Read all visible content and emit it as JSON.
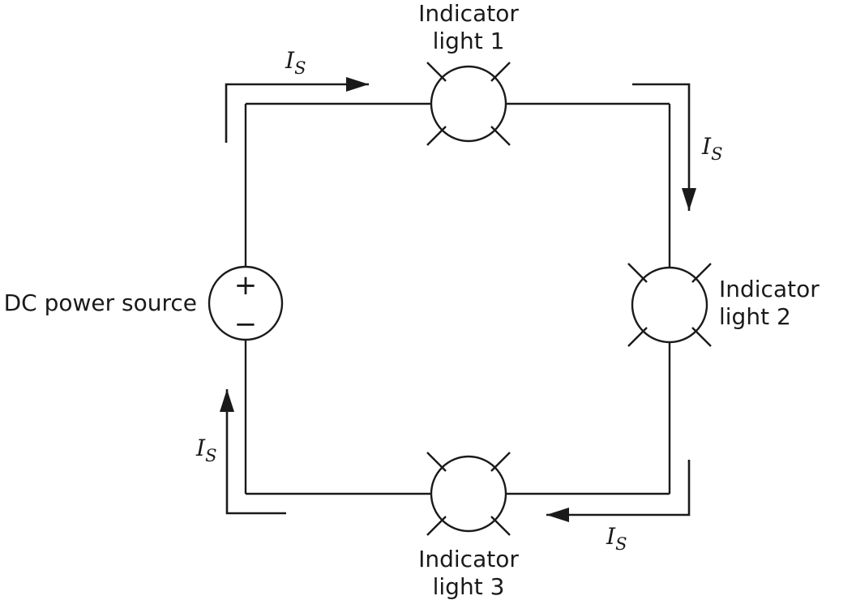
{
  "diagram": {
    "description": "Series DC circuit with one DC power source and three indicator lights",
    "background_color": "#ffffff",
    "line_color": "#1a1a1a",
    "power_source": {
      "label": "DC power source",
      "positive_sign": "+",
      "negative_sign": "−"
    },
    "lamps": [
      {
        "line1": "Indicator",
        "line2": "light 1"
      },
      {
        "line1": "Indicator",
        "line2": "light 2"
      },
      {
        "line1": "Indicator",
        "line2": "light 3"
      }
    ],
    "current_label": {
      "symbol": "I",
      "subscript": "S"
    },
    "current_arrows": [
      {
        "position": "top",
        "direction": "right"
      },
      {
        "position": "right",
        "direction": "down"
      },
      {
        "position": "bottom",
        "direction": "left"
      },
      {
        "position": "left",
        "direction": "up"
      }
    ]
  }
}
